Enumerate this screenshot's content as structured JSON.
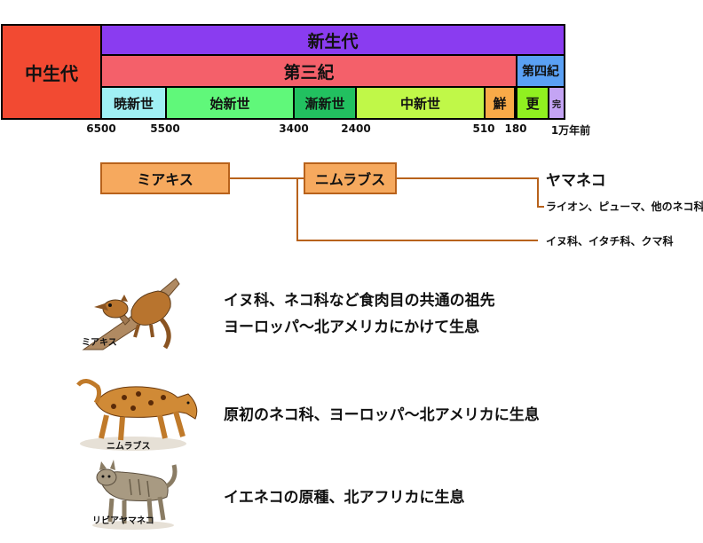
{
  "timeline": {
    "mesozoic": "中生代",
    "cenozoic": "新生代",
    "tertiary": "第三紀",
    "quaternary": "第四紀",
    "epochs": {
      "paleocene": "暁新世",
      "eocene": "始新世",
      "oligocene": "漸新世",
      "miocene": "中新世",
      "pliocene": "鮮",
      "pleistocene": "更",
      "holocene": "完"
    },
    "ticks": {
      "t6500": "6500",
      "t5500": "5500",
      "t3400": "3400",
      "t2400": "2400",
      "t510": "510",
      "t180": "180",
      "t1": "1万年前"
    },
    "colors": {
      "mesozoic": "#f24a32",
      "cenozoic": "#8a3cf0",
      "tertiary": "#f4606a",
      "quaternary": "#5aa0f4",
      "paleocene": "#a0f0f4",
      "eocene": "#60f87a",
      "oligocene": "#22c060",
      "miocene": "#c0f848",
      "pliocene": "#f8aa48",
      "pleistocene": "#90f020",
      "holocene": "#c4a4f4"
    }
  },
  "tree": {
    "miacis": "ミアキス",
    "nimravus": "ニムラブス",
    "yamaneko": "ヤマネコ",
    "big_cats": "ライオン、ピューマ、他のネコ科",
    "others": "イヌ科、イタチ科、クマ科"
  },
  "animals": [
    {
      "caption": "ミアキス",
      "desc1": "イヌ科、ネコ科など食肉目の共通の祖先",
      "desc2": "ヨーロッパ～北アメリカにかけて生息"
    },
    {
      "caption": "ニムラブス",
      "desc1": "原初のネコ科、ヨーロッパ～北アメリカに生息"
    },
    {
      "caption": "リビアヤマネコ",
      "desc1": "イエネコの原種、北アフリカに生息"
    }
  ]
}
